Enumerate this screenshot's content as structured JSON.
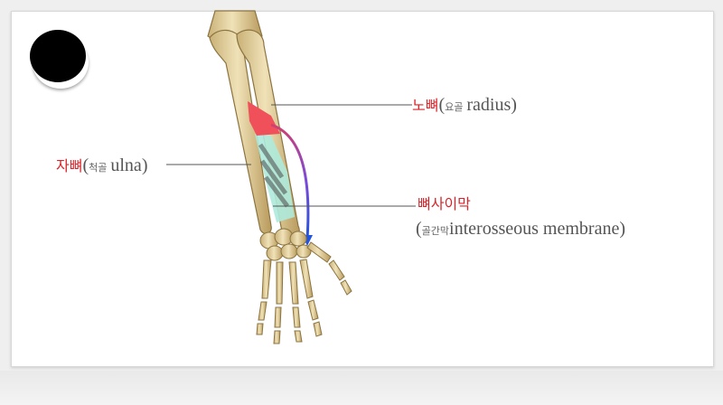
{
  "labels": {
    "radius": {
      "ko": "노뼈",
      "open": "(",
      "sub": "요골",
      "en": "radius",
      "close": ")"
    },
    "ulna": {
      "ko": "자뼈",
      "open": "(",
      "sub": "척골",
      "en": "ulna",
      "close": ")"
    },
    "membrane": {
      "ko": "뼈사이막",
      "open": "(",
      "sub": "골간막",
      "en": "interosseous membrane",
      "close": ")"
    }
  },
  "colors": {
    "label_korean": "#d8252b",
    "label_english": "#555555",
    "bone": "#e3cf9c",
    "bone_outline": "#8c7440",
    "membrane": "#aeeadb",
    "muscle_red": "#f0505a",
    "arrow_start": "#d04070",
    "arrow_end": "#2255dd"
  },
  "icons": {
    "marker": "black-disc-icon"
  }
}
